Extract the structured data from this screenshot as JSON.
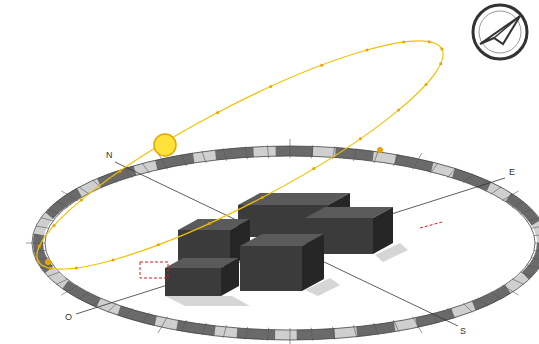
{
  "diagram": {
    "labels": [
      "N",
      "E",
      "S",
      "O"
    ]
  }
}
